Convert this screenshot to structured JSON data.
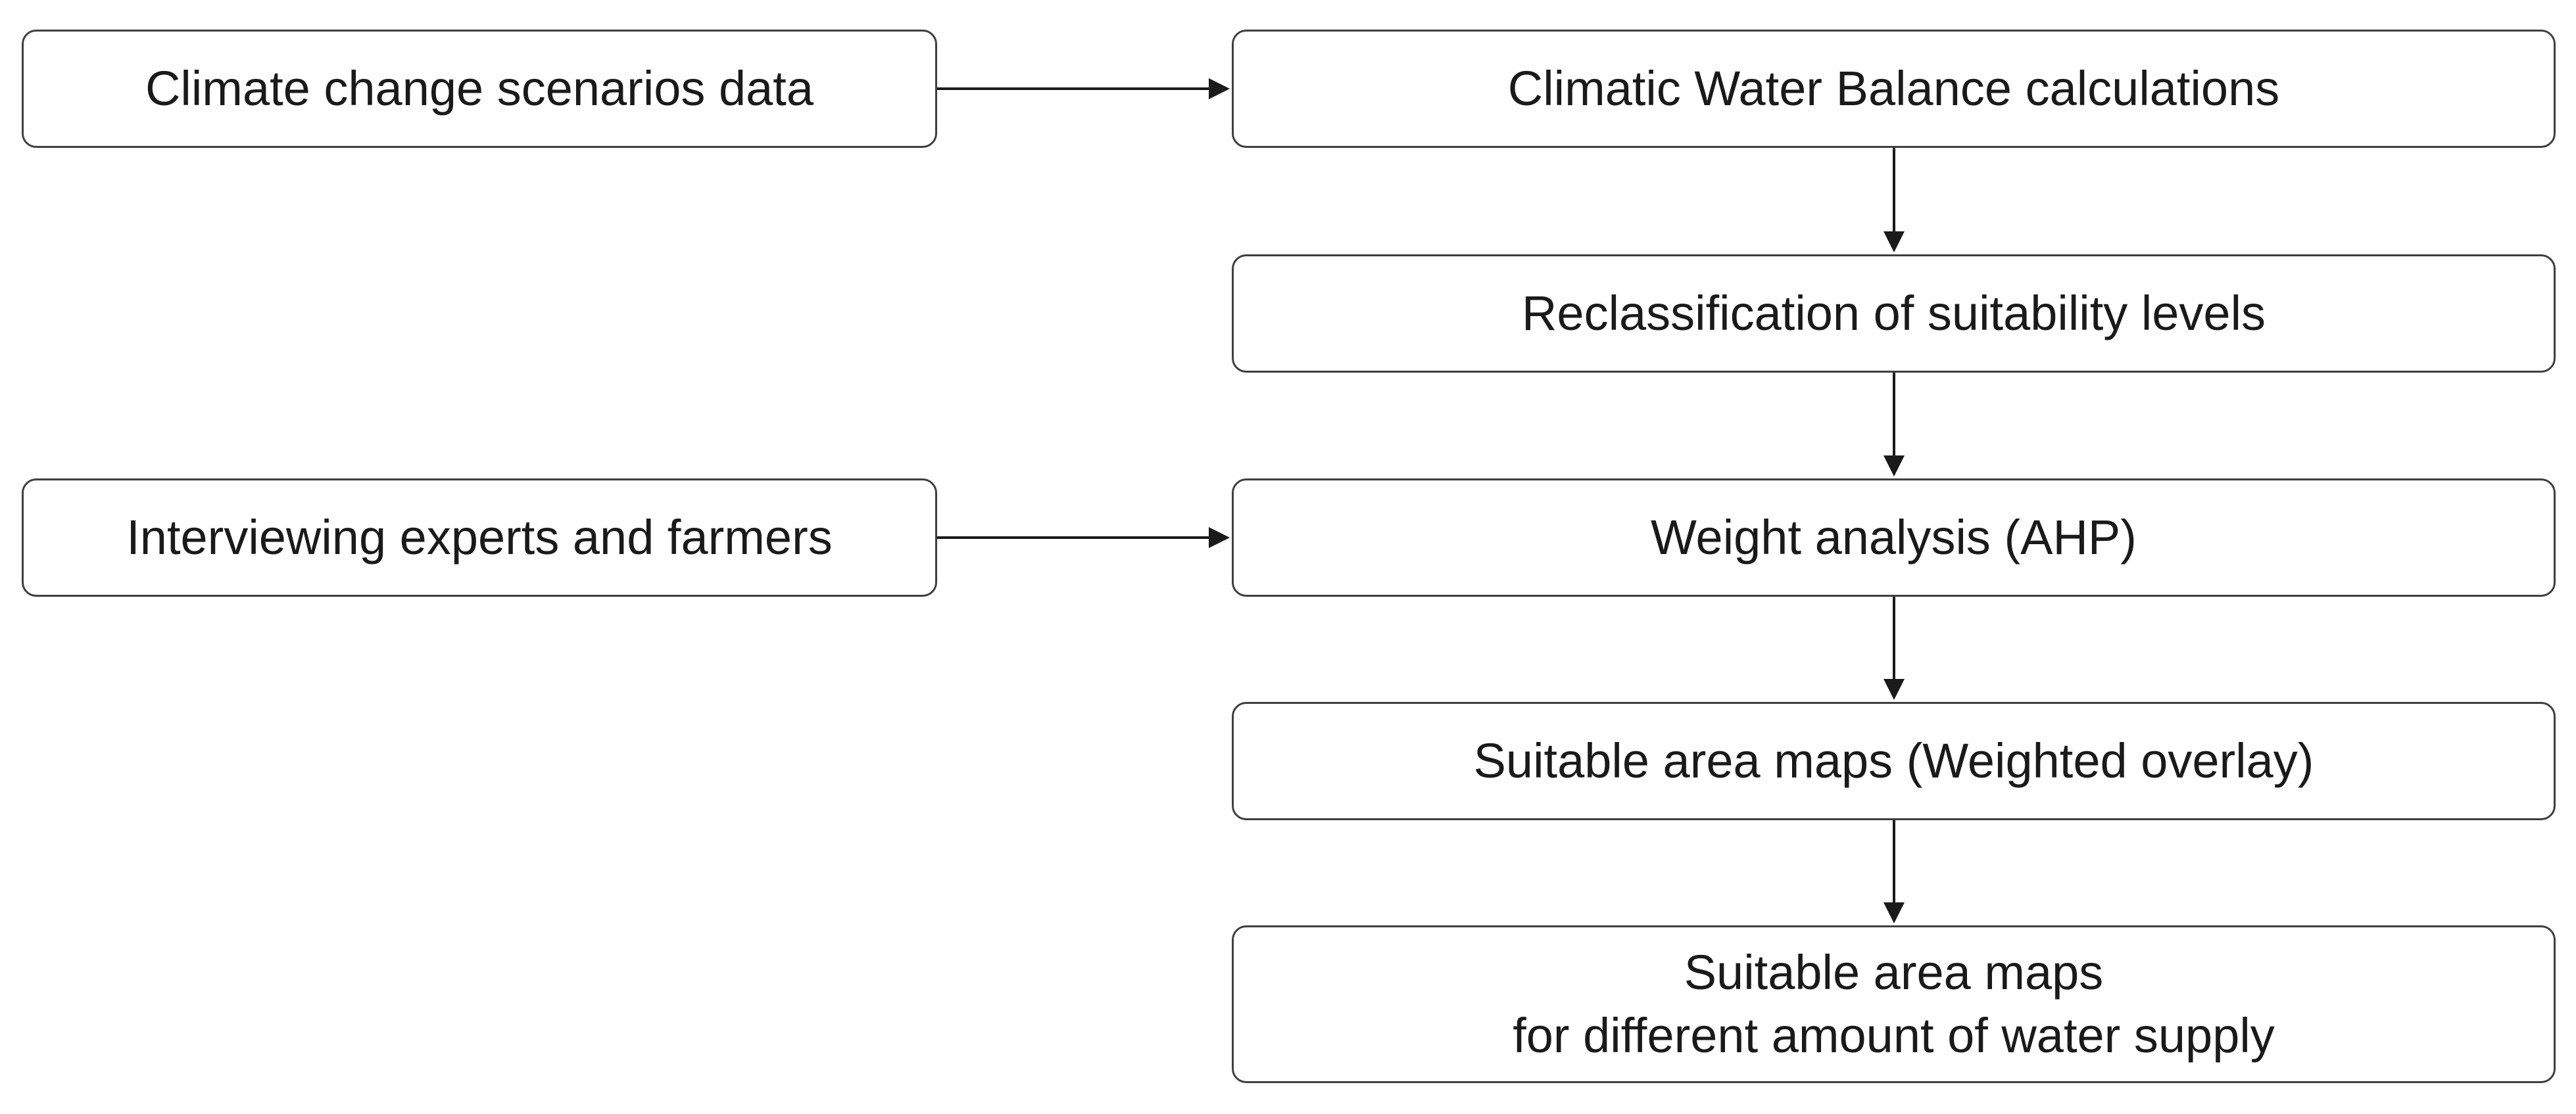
{
  "diagram": {
    "nodes": {
      "climate_data": "Climate change scenarios data",
      "interviews": "Interviewing experts and farmers",
      "water_balance": "Climatic Water Balance calculations",
      "reclassification": "Reclassification of suitability levels",
      "weight_analysis": "Weight analysis (AHP)",
      "weighted_overlay": "Suitable area maps (Weighted overlay)",
      "final_maps_line1": "Suitable area maps",
      "final_maps_line2": "for different amount of water supply"
    },
    "edges": [
      {
        "from": "climate_data",
        "to": "water_balance"
      },
      {
        "from": "water_balance",
        "to": "reclassification"
      },
      {
        "from": "reclassification",
        "to": "weight_analysis"
      },
      {
        "from": "interviews",
        "to": "weight_analysis"
      },
      {
        "from": "weight_analysis",
        "to": "weighted_overlay"
      },
      {
        "from": "weighted_overlay",
        "to": "final_maps"
      }
    ],
    "line_color": "#1a1a1a",
    "box_border_color": "#3f3f3f"
  }
}
